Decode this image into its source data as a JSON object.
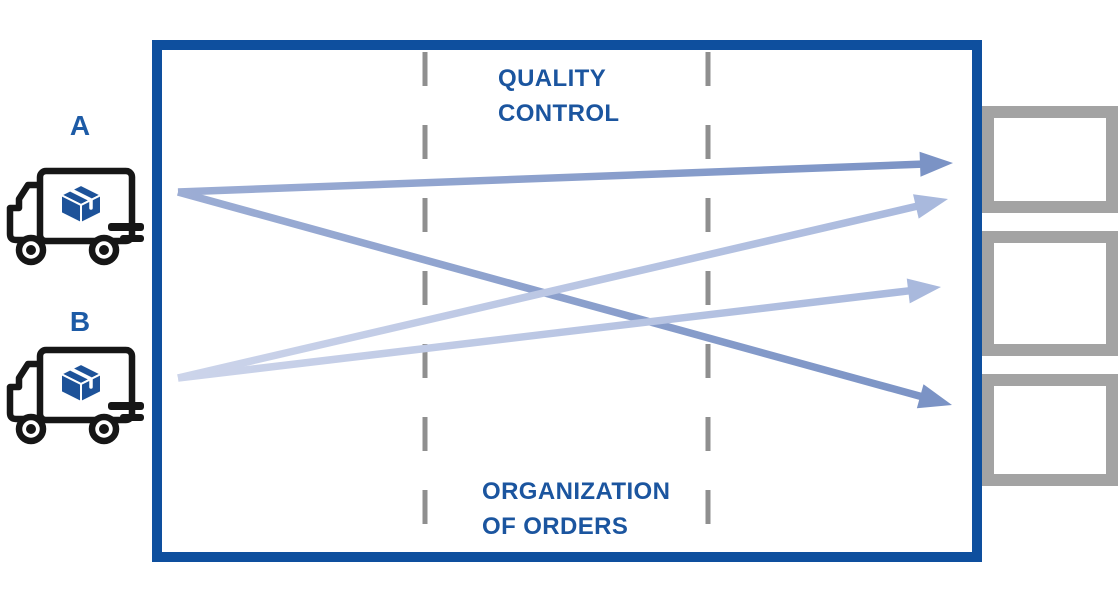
{
  "trucks": [
    {
      "id": "truck-A",
      "label": "A"
    },
    {
      "id": "truck-B",
      "label": "B"
    }
  ],
  "warehouse": {
    "top_zone": {
      "line1": "QUALITY",
      "line2": "CONTROL"
    },
    "bottom_zone": {
      "line1": "ORGANIZATION",
      "line2": "OF ORDERS"
    }
  },
  "shelves": [
    {
      "id": "shelf-1"
    },
    {
      "id": "shelf-2"
    },
    {
      "id": "shelf-3"
    }
  ],
  "flows": [
    {
      "from": "truck-A",
      "to": "shelf-1"
    },
    {
      "from": "truck-A",
      "to": "shelf-3"
    },
    {
      "from": "truck-B",
      "to": "shelf-1"
    },
    {
      "from": "truck-B",
      "to": "shelf-2"
    }
  ],
  "colors": {
    "box_border": "#0e4f9e",
    "label_text": "#1b559f",
    "truck_label": "#1d5ba6",
    "truck_line": "#161616",
    "package": "#1d5299",
    "shelf_border": "#a3a3a3",
    "dash": "#8f8f8f",
    "arrow_a_tail": "#9cadd4",
    "arrow_a_head": "#7b93c5",
    "arrow_b_tail": "#ccd4ea",
    "arrow_b_head": "#a9b9dd"
  }
}
